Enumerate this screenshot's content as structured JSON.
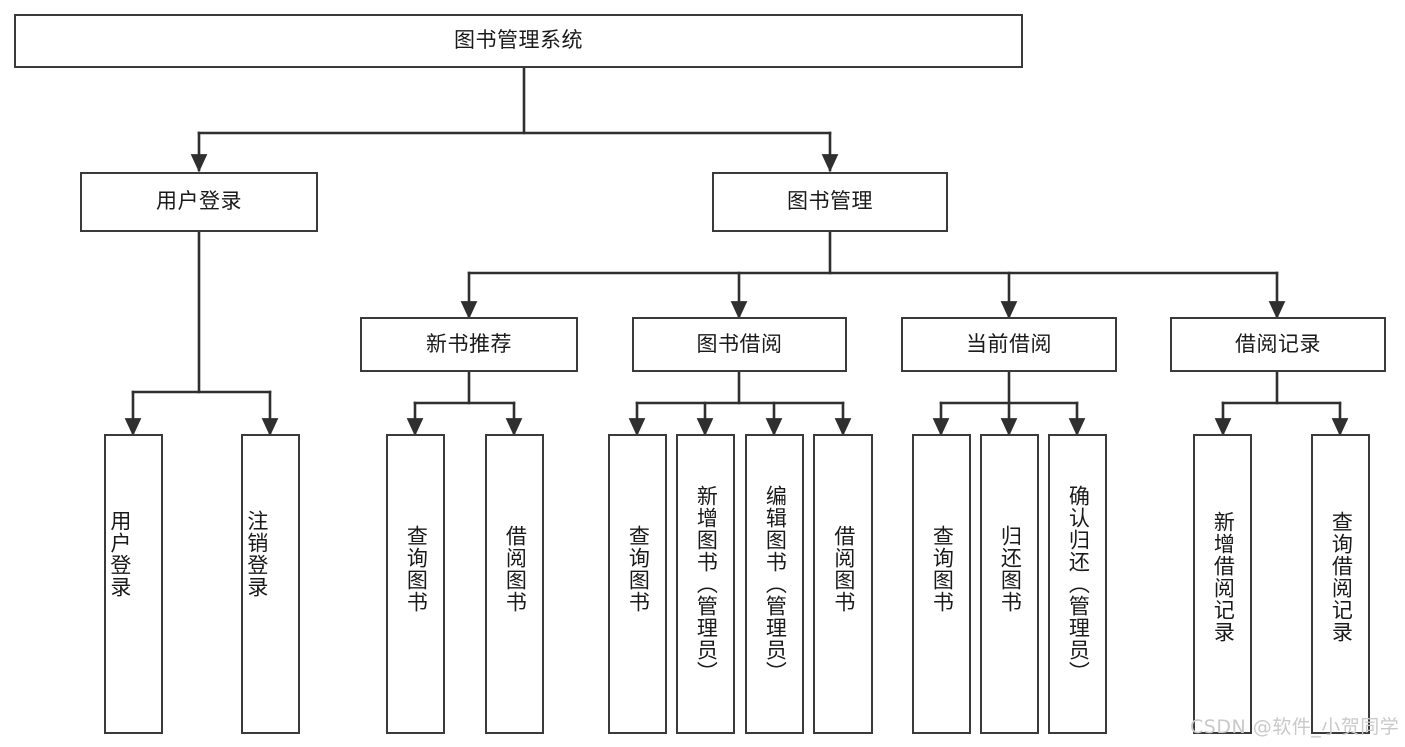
{
  "diagram": {
    "type": "hierarchy-tree",
    "title": "图书管理系统",
    "watermark": "CSDN @软件_小贺同学",
    "colors": {
      "stroke": "#3a3a3a",
      "fill": "#ffffff",
      "text": "#1a1a1a",
      "watermark": "#c9c9c9"
    },
    "nodes": {
      "root": {
        "label": "图书管理系统"
      },
      "level1": [
        {
          "label": "用户登录"
        },
        {
          "label": "图书管理"
        }
      ],
      "level2": [
        {
          "label": "新书推荐"
        },
        {
          "label": "图书借阅"
        },
        {
          "label": "当前借阅"
        },
        {
          "label": "借阅记录"
        }
      ],
      "leaves": {
        "user_login": [
          {
            "label": "用户登录"
          },
          {
            "label": "注销登录"
          }
        ],
        "new_book": [
          {
            "label": "查询图书"
          },
          {
            "label": "借阅图书"
          }
        ],
        "book_borrow": [
          {
            "label": "查询图书"
          },
          {
            "label": "新增图书（管理员）"
          },
          {
            "label": "编辑图书（管理员）"
          },
          {
            "label": "借阅图书"
          }
        ],
        "current_borrow": [
          {
            "label": "查询图书"
          },
          {
            "label": "归还图书"
          },
          {
            "label": "确认归还（管理员）"
          }
        ],
        "borrow_record": [
          {
            "label": "新增借阅记录"
          },
          {
            "label": "查询借阅记录"
          }
        ]
      }
    }
  }
}
